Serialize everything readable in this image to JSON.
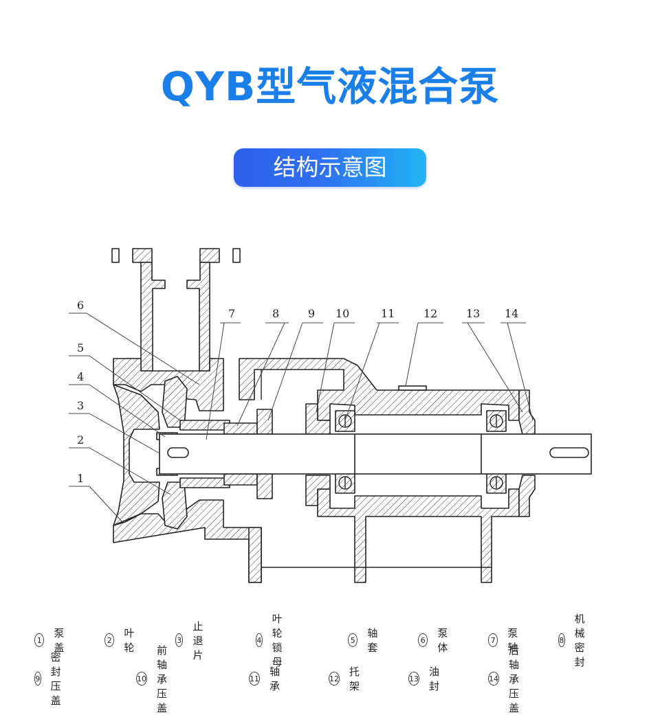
{
  "title": "QYB型气液混合泵",
  "subtitle": "结构示意图",
  "callout_numbers": [
    "1",
    "2",
    "3",
    "4",
    "5",
    "6",
    "7",
    "8",
    "9",
    "10",
    "11",
    "12",
    "13",
    "14"
  ],
  "legend": [
    {
      "num": "1",
      "label": "泵盖"
    },
    {
      "num": "2",
      "label": "叶轮"
    },
    {
      "num": "3",
      "label": "止退片"
    },
    {
      "num": "4",
      "label": "叶轮锁母"
    },
    {
      "num": "5",
      "label": "轴套"
    },
    {
      "num": "6",
      "label": "泵体"
    },
    {
      "num": "7",
      "label": "泵轴"
    },
    {
      "num": "8",
      "label": "机械密封"
    },
    {
      "num": "9",
      "label": "密封压盖"
    },
    {
      "num": "10",
      "label": "前轴承压盖"
    },
    {
      "num": "11",
      "label": "轴承"
    },
    {
      "num": "12",
      "label": "托架"
    },
    {
      "num": "13",
      "label": "油封"
    },
    {
      "num": "14",
      "label": "后轴承压盖"
    }
  ],
  "colors": {
    "title": "#1a7fe8",
    "pill_start": "#2c62e8",
    "pill_end": "#22b6f4",
    "line": "#222222"
  }
}
